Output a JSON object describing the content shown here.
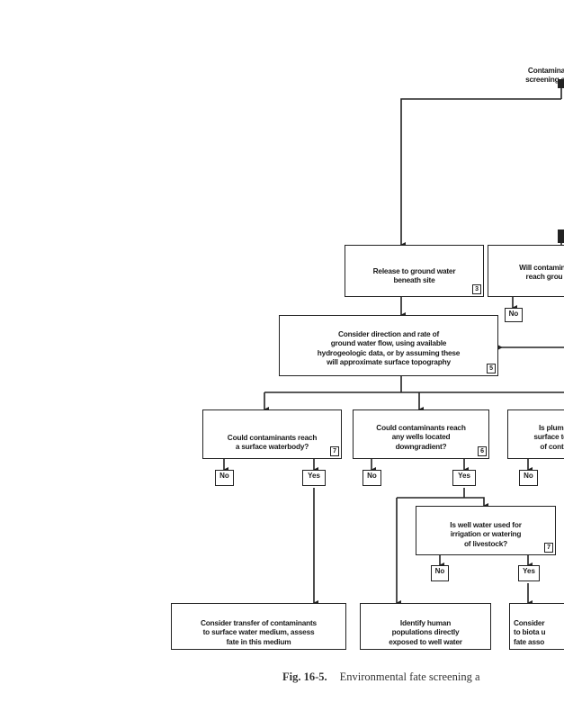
{
  "diagram": {
    "nodes": {
      "top": {
        "text": "Contamina\nscreening a"
      },
      "release_gw": {
        "text": "Release to ground water\nbeneath site",
        "num": "3"
      },
      "will_reach": {
        "text": "Will contamina\nreach grou"
      },
      "consider_flow": {
        "text": "Consider direction and rate of\nground water flow, using available\nhydrogeologic data, or by assuming these\nwill approximate surface topography",
        "num": "5"
      },
      "surface_waterbody": {
        "text": "Could contaminants reach\na surface waterbody?",
        "num": "7"
      },
      "wells_downgradient": {
        "text": "Could contaminants reach\nany wells located\ndowngradient?",
        "num": "6"
      },
      "plume": {
        "text": "Is plume\nsurface to\nof conta"
      },
      "irrigation": {
        "text": "Is well water used for\nirrigation or watering\nof livestock?",
        "num": "7"
      },
      "transfer_surface": {
        "text": "Consider transfer of contaminants\nto surface water medium, assess\nfate in this medium"
      },
      "identify_humans": {
        "text": "Identify human\npopulations directly\nexposed to well water"
      },
      "consider_biota": {
        "text": "Consider\nto biota u\nfate asso"
      }
    },
    "answers": {
      "no": "No",
      "yes": "Yes"
    },
    "caption": {
      "fig": "Fig. 16-5.",
      "text": "Environmental fate screening a"
    }
  }
}
